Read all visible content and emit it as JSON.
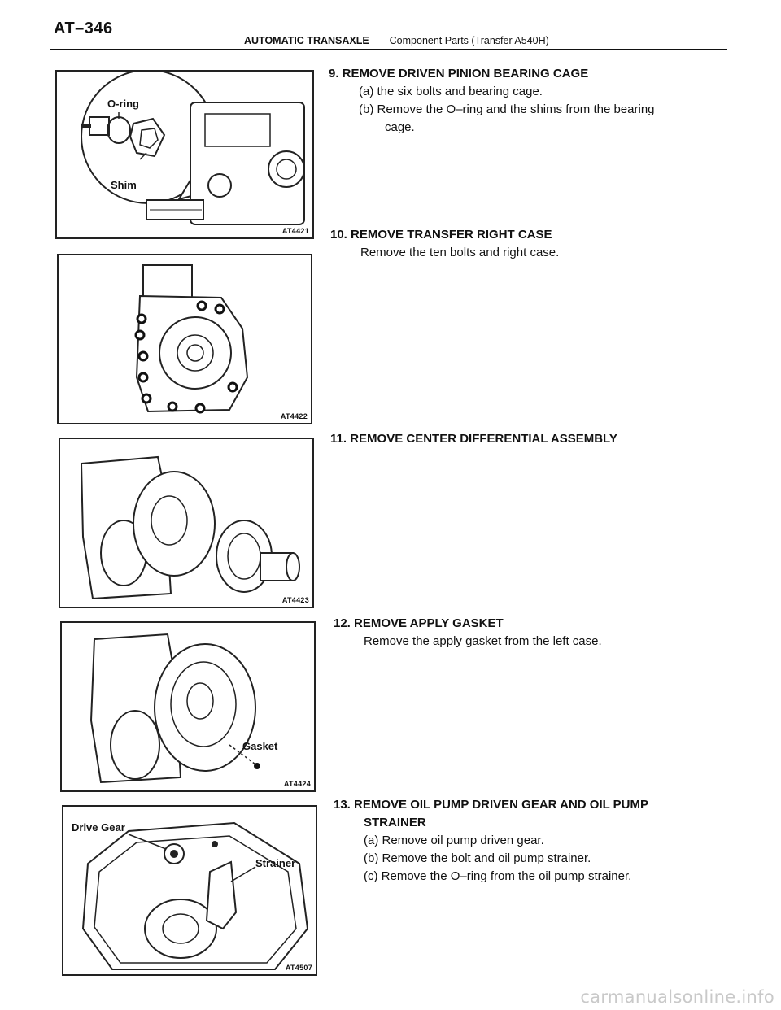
{
  "header": {
    "page_number": "AT–346",
    "section": "AUTOMATIC TRANSAXLE",
    "separator": "–",
    "subsection": "Component Parts (Transfer  A540H)"
  },
  "figures": [
    {
      "code": "AT4421",
      "callouts": [
        "O-ring",
        "Shim"
      ]
    },
    {
      "code": "AT4422",
      "callouts": []
    },
    {
      "code": "AT4423",
      "callouts": []
    },
    {
      "code": "AT4424",
      "callouts": [
        "Gasket"
      ]
    },
    {
      "code": "AT4507",
      "callouts": [
        "Drive Gear",
        "Strainer"
      ]
    }
  ],
  "steps": [
    {
      "title": "9. REMOVE DRIVEN PINION BEARING CAGE",
      "lines": [
        "(a) the six bolts and bearing cage.",
        "(b) Remove the O–ring and the shims from the bearing",
        "cage."
      ]
    },
    {
      "title": "10. REMOVE TRANSFER RIGHT CASE",
      "lines": [
        "Remove the ten bolts and right case."
      ]
    },
    {
      "title": "11. REMOVE CENTER DIFFERENTIAL ASSEMBLY",
      "lines": []
    },
    {
      "title": "12. REMOVE APPLY GASKET",
      "lines": [
        "Remove the apply gasket from the left case."
      ]
    },
    {
      "title": "13. REMOVE OIL PUMP DRIVEN GEAR AND OIL PUMP",
      "title_cont": "STRAINER",
      "lines": [
        "(a) Remove oil pump driven gear.",
        "(b) Remove the bolt and oil pump strainer.",
        "(c) Remove the O–ring from the oil pump strainer."
      ]
    }
  ],
  "watermark": "carmanualsonline.info"
}
